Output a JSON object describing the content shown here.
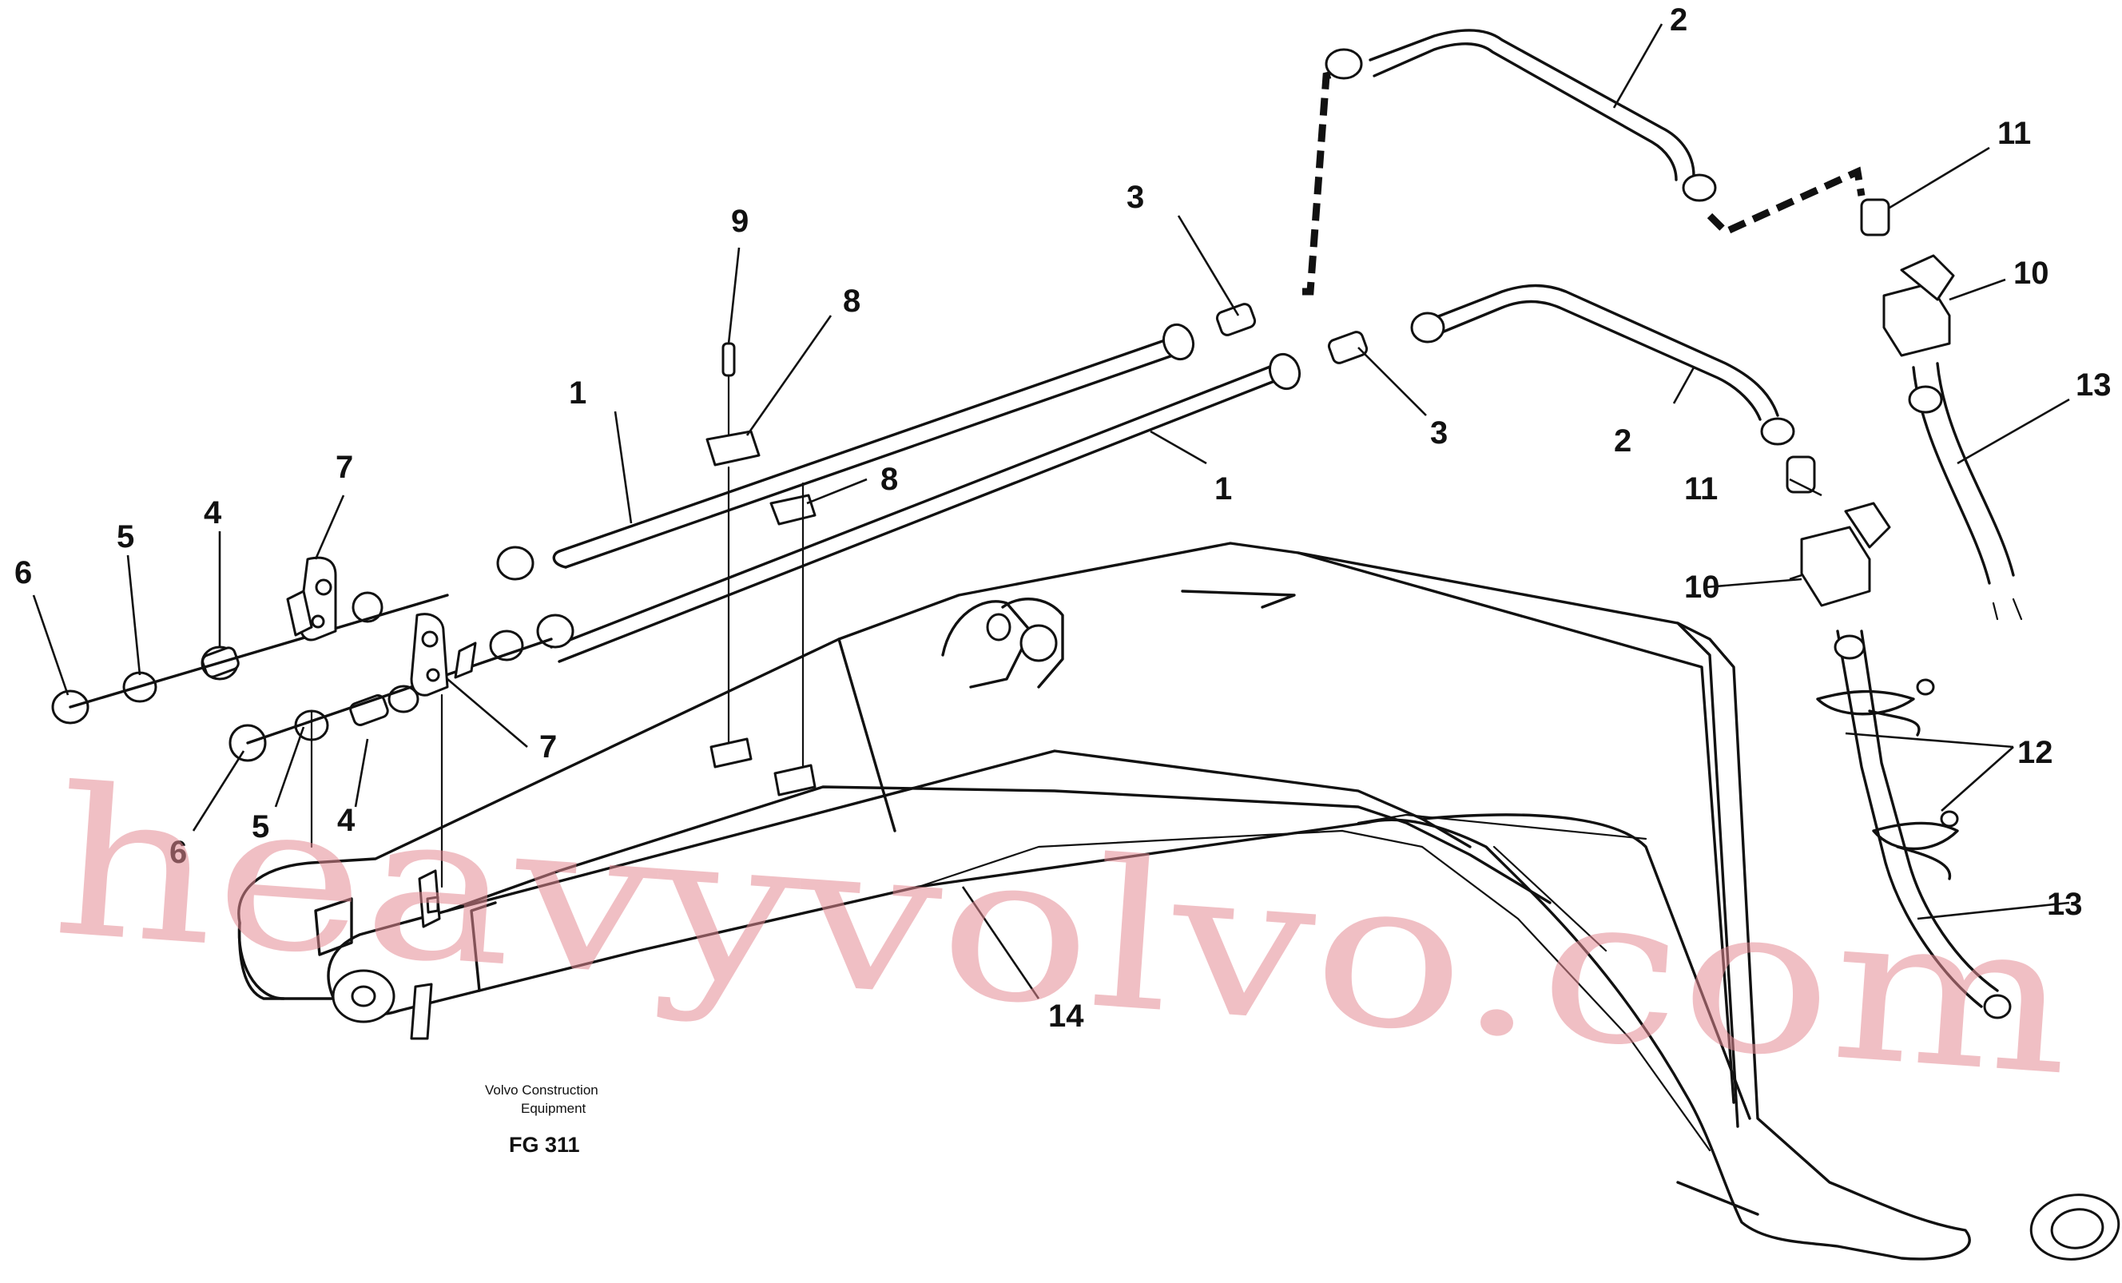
{
  "callouts": {
    "c1a": "1",
    "c1b": "1",
    "c2a": "2",
    "c2b": "2",
    "c3a": "3",
    "c3b": "3",
    "c4a": "4",
    "c4b": "4",
    "c5a": "5",
    "c5b": "5",
    "c6a": "6",
    "c6b": "6",
    "c7a": "7",
    "c7b": "7",
    "c8a": "8",
    "c8b": "8",
    "c9": "9",
    "c10a": "10",
    "c10b": "10",
    "c11a": "11",
    "c11b": "11",
    "c12": "12",
    "c13a": "13",
    "c13b": "13",
    "c14": "14"
  },
  "caption": {
    "line1": "Volvo Construction",
    "line2": "Equipment",
    "figure": "FG 311"
  },
  "watermark": "heavyvolvo.com",
  "colors": {
    "ink": "#111111",
    "watermark": "#e48a94"
  }
}
